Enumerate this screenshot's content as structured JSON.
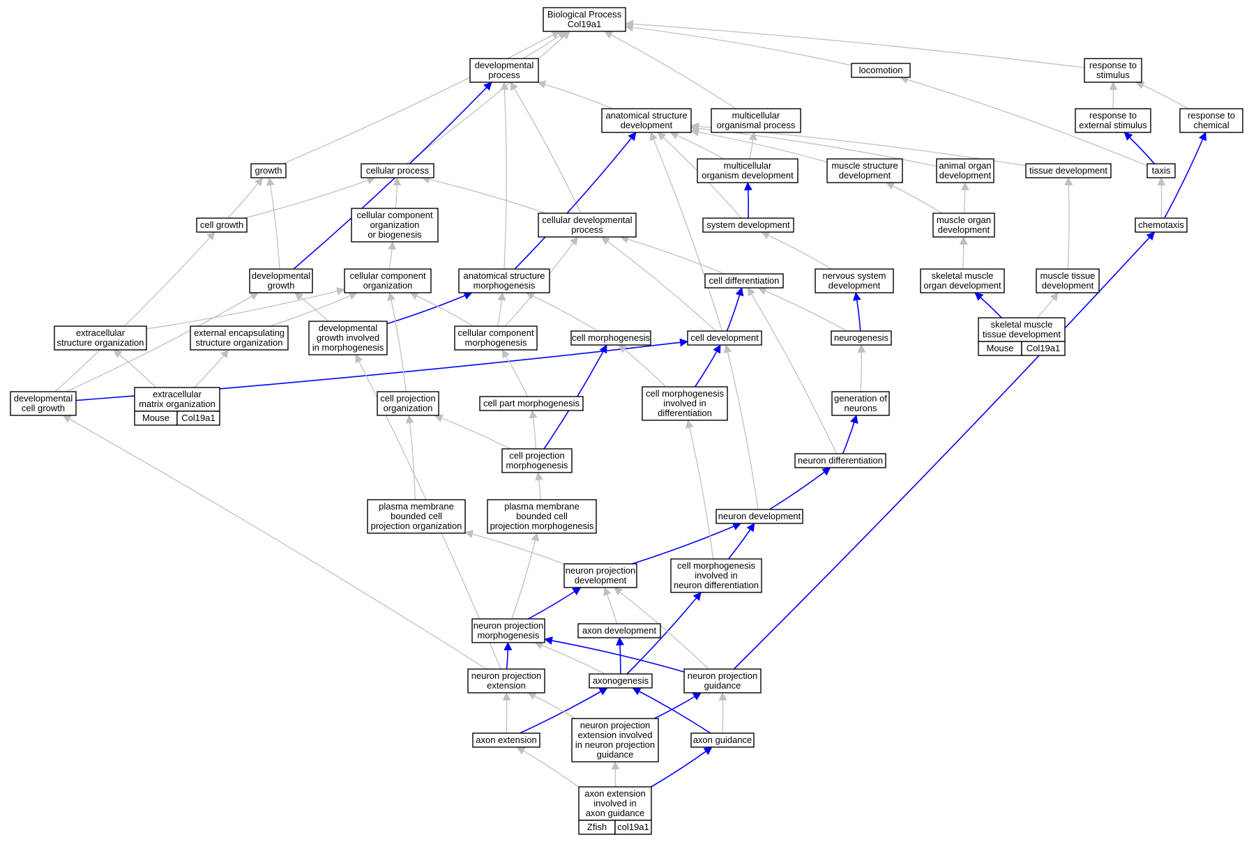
{
  "graph": {
    "title": "Biological Process Col19a1",
    "edge_colors": {
      "is_a": "#c0c0c0",
      "part_of": "#0000ff"
    },
    "annotation_colors": {
      "Mouse": "#add8e6",
      "Zfish": "#5b8ff0"
    },
    "nodes": {
      "bp": [
        "Biological Process",
        "Col19a1"
      ],
      "devproc": [
        "developmental",
        "process"
      ],
      "locomotion": [
        "locomotion"
      ],
      "rtostim": [
        "response to",
        "stimulus"
      ],
      "asd": [
        "anatomical structure",
        "development"
      ],
      "multiproc": [
        "multicellular",
        "organismal process"
      ],
      "rtoext": [
        "response to",
        "external stimulus"
      ],
      "rtochem": [
        "response to",
        "chemical"
      ],
      "growth": [
        "growth"
      ],
      "cellproc": [
        "cellular process"
      ],
      "multidev": [
        "multicellular",
        "organism development"
      ],
      "musclestruct": [
        "muscle structure",
        "development"
      ],
      "animalorgan": [
        "animal organ",
        "development"
      ],
      "tissuedev": [
        "tissue development"
      ],
      "taxis": [
        "taxis"
      ],
      "cellgrowth": [
        "cell growth"
      ],
      "ccorgbio": [
        "cellular component",
        "organization",
        "or biogenesis"
      ],
      "celldevproc": [
        "cellular developmental",
        "process"
      ],
      "sysdev": [
        "system development"
      ],
      "muscleorgan": [
        "muscle organ",
        "development"
      ],
      "chemotaxis": [
        "chemotaxis"
      ],
      "devgrowth": [
        "developmental",
        "growth"
      ],
      "ccorg": [
        "cellular component",
        "organization"
      ],
      "asm": [
        "anatomical structure",
        "morphogenesis"
      ],
      "celldiff": [
        "cell differentiation"
      ],
      "nsdev": [
        "nervous system",
        "development"
      ],
      "skmorgan": [
        "skeletal muscle",
        "organ development"
      ],
      "mtdev": [
        "muscle tissue",
        "development"
      ],
      "ecstruct": [
        "extracellular",
        "structure organization"
      ],
      "extencap": [
        "external encapsulating",
        "structure organization"
      ],
      "devgrowthmorph": [
        "developmental",
        "growth involved",
        "in morphogenesis"
      ],
      "ccmorph": [
        "cellular component",
        "morphogenesis"
      ],
      "cellmorph": [
        "cell morphogenesis"
      ],
      "celldev": [
        "cell development"
      ],
      "neurogenesis": [
        "neurogenesis"
      ],
      "skmtissue": [
        "skeletal muscle",
        "tissue development"
      ],
      "devcellgrowth": [
        "developmental",
        "cell growth"
      ],
      "ecmatrix": [
        "extracellular",
        "matrix organization"
      ],
      "cpo": [
        "cell projection",
        "organization"
      ],
      "cpmorph": [
        "cell part morphogenesis"
      ],
      "cmdiff": [
        "cell morphogenesis",
        "involved in",
        "differentiation"
      ],
      "genneur": [
        "generation of",
        "neurons"
      ],
      "cpm": [
        "cell projection",
        "morphogenesis"
      ],
      "neurdiff": [
        "neuron differentiation"
      ],
      "pmbcpo": [
        "plasma membrane",
        "bounded cell",
        "projection organization"
      ],
      "pmbcpm": [
        "plasma membrane",
        "bounded cell",
        "projection morphogenesis"
      ],
      "neurdev": [
        "neuron development"
      ],
      "npd": [
        "neuron projection",
        "development"
      ],
      "cmnd": [
        "cell morphogenesis",
        "involved in",
        "neuron differentiation"
      ],
      "npm": [
        "neuron projection",
        "morphogenesis"
      ],
      "axondev": [
        "axon development"
      ],
      "npe": [
        "neuron projection",
        "extension"
      ],
      "axonogenesis": [
        "axonogenesis"
      ],
      "npg": [
        "neuron projection",
        "guidance"
      ],
      "axonext": [
        "axon extension"
      ],
      "npeinpg": [
        "neuron projection",
        "extension involved",
        "in neuron projection",
        "guidance"
      ],
      "axonguid": [
        "axon guidance"
      ],
      "aeag": [
        "axon extension",
        "involved in",
        "axon guidance"
      ]
    },
    "annotations": {
      "skmtissue": [
        "Mouse",
        "Col19a1"
      ],
      "ecmatrix": [
        "Mouse",
        "Col19a1"
      ],
      "aeag": [
        "Zfish",
        "col19a1"
      ]
    },
    "edges": [
      [
        "devproc",
        "bp",
        "is_a"
      ],
      [
        "locomotion",
        "bp",
        "is_a"
      ],
      [
        "rtostim",
        "bp",
        "is_a"
      ],
      [
        "multiproc",
        "bp",
        "is_a"
      ],
      [
        "growth",
        "bp",
        "is_a"
      ],
      [
        "cellproc",
        "bp",
        "is_a"
      ],
      [
        "asd",
        "devproc",
        "is_a"
      ],
      [
        "rtoext",
        "rtostim",
        "is_a"
      ],
      [
        "rtochem",
        "rtostim",
        "is_a"
      ],
      [
        "taxis",
        "locomotion",
        "is_a"
      ],
      [
        "taxis",
        "rtoext",
        "part_of"
      ],
      [
        "chemotaxis",
        "taxis",
        "is_a"
      ],
      [
        "chemotaxis",
        "rtochem",
        "part_of"
      ],
      [
        "multidev",
        "asd",
        "is_a"
      ],
      [
        "multidev",
        "multiproc",
        "is_a"
      ],
      [
        "sysdev",
        "multidev",
        "part_of"
      ],
      [
        "sysdev",
        "asd",
        "is_a"
      ],
      [
        "musclestruct",
        "asd",
        "is_a"
      ],
      [
        "animalorgan",
        "asd",
        "is_a"
      ],
      [
        "tissuedev",
        "asd",
        "is_a"
      ],
      [
        "muscleorgan",
        "musclestruct",
        "is_a"
      ],
      [
        "muscleorgan",
        "animalorgan",
        "is_a"
      ],
      [
        "skmorgan",
        "muscleorgan",
        "is_a"
      ],
      [
        "mtdev",
        "tissuedev",
        "is_a"
      ],
      [
        "skmtissue",
        "skmorgan",
        "part_of"
      ],
      [
        "skmtissue",
        "mtdev",
        "is_a"
      ],
      [
        "cellgrowth",
        "growth",
        "is_a"
      ],
      [
        "cellgrowth",
        "cellproc",
        "is_a"
      ],
      [
        "ccorgbio",
        "cellproc",
        "is_a"
      ],
      [
        "celldevproc",
        "cellproc",
        "is_a"
      ],
      [
        "celldevproc",
        "devproc",
        "is_a"
      ],
      [
        "devgrowth",
        "growth",
        "is_a"
      ],
      [
        "devgrowth",
        "devproc",
        "part_of"
      ],
      [
        "ccorg",
        "ccorgbio",
        "is_a"
      ],
      [
        "asm",
        "devproc",
        "is_a"
      ],
      [
        "asm",
        "asd",
        "part_of"
      ],
      [
        "celldiff",
        "celldevproc",
        "is_a"
      ],
      [
        "nsdev",
        "sysdev",
        "is_a"
      ],
      [
        "ecstruct",
        "ccorg",
        "is_a"
      ],
      [
        "extencap",
        "ccorg",
        "is_a"
      ],
      [
        "ecmatrix",
        "ecstruct",
        "is_a"
      ],
      [
        "ecmatrix",
        "extencap",
        "is_a"
      ],
      [
        "devgrowthmorph",
        "devgrowth",
        "is_a"
      ],
      [
        "devgrowthmorph",
        "asm",
        "part_of"
      ],
      [
        "ccmorph",
        "ccorg",
        "is_a"
      ],
      [
        "ccmorph",
        "asm",
        "is_a"
      ],
      [
        "ccmorph",
        "celldevproc",
        "is_a"
      ],
      [
        "cellmorph",
        "asm",
        "is_a"
      ],
      [
        "celldev",
        "celldiff",
        "part_of"
      ],
      [
        "celldev",
        "celldevproc",
        "is_a"
      ],
      [
        "celldev",
        "asd",
        "is_a"
      ],
      [
        "neurogenesis",
        "celldiff",
        "is_a"
      ],
      [
        "neurogenesis",
        "nsdev",
        "part_of"
      ],
      [
        "devcellgrowth",
        "cellgrowth",
        "is_a"
      ],
      [
        "devcellgrowth",
        "devgrowth",
        "is_a"
      ],
      [
        "devcellgrowth",
        "celldev",
        "part_of"
      ],
      [
        "cpo",
        "ccorg",
        "is_a"
      ],
      [
        "cpmorph",
        "ccmorph",
        "is_a"
      ],
      [
        "cmdiff",
        "cellmorph",
        "is_a"
      ],
      [
        "cmdiff",
        "celldev",
        "part_of"
      ],
      [
        "genneur",
        "neurogenesis",
        "is_a"
      ],
      [
        "cpm",
        "cpo",
        "is_a"
      ],
      [
        "cpm",
        "cpmorph",
        "is_a"
      ],
      [
        "cpm",
        "cellmorph",
        "part_of"
      ],
      [
        "neurdiff",
        "genneur",
        "part_of"
      ],
      [
        "neurdiff",
        "celldiff",
        "is_a"
      ],
      [
        "pmbcpo",
        "cpo",
        "is_a"
      ],
      [
        "pmbcpm",
        "cpm",
        "is_a"
      ],
      [
        "neurdev",
        "neurdiff",
        "part_of"
      ],
      [
        "neurdev",
        "celldev",
        "is_a"
      ],
      [
        "npd",
        "pmbcpo",
        "is_a"
      ],
      [
        "npd",
        "neurdev",
        "part_of"
      ],
      [
        "cmnd",
        "cmdiff",
        "is_a"
      ],
      [
        "cmnd",
        "neurdev",
        "part_of"
      ],
      [
        "npm",
        "npd",
        "part_of"
      ],
      [
        "npm",
        "pmbcpm",
        "is_a"
      ],
      [
        "axondev",
        "npd",
        "is_a"
      ],
      [
        "npe",
        "npm",
        "part_of"
      ],
      [
        "npe",
        "devgrowthmorph",
        "is_a"
      ],
      [
        "npe",
        "devcellgrowth",
        "is_a"
      ],
      [
        "axonogenesis",
        "axondev",
        "part_of"
      ],
      [
        "axonogenesis",
        "npm",
        "is_a"
      ],
      [
        "axonogenesis",
        "cmnd",
        "part_of"
      ],
      [
        "npg",
        "npm",
        "part_of"
      ],
      [
        "npg",
        "npd",
        "is_a"
      ],
      [
        "npg",
        "chemotaxis",
        "part_of"
      ],
      [
        "axonext",
        "npe",
        "is_a"
      ],
      [
        "axonext",
        "axonogenesis",
        "part_of"
      ],
      [
        "npeinpg",
        "npe",
        "is_a"
      ],
      [
        "npeinpg",
        "npg",
        "part_of"
      ],
      [
        "axonguid",
        "axonogenesis",
        "part_of"
      ],
      [
        "axonguid",
        "npg",
        "is_a"
      ],
      [
        "aeag",
        "axonext",
        "is_a"
      ],
      [
        "aeag",
        "axonguid",
        "part_of"
      ],
      [
        "aeag",
        "npeinpg",
        "is_a"
      ]
    ]
  }
}
